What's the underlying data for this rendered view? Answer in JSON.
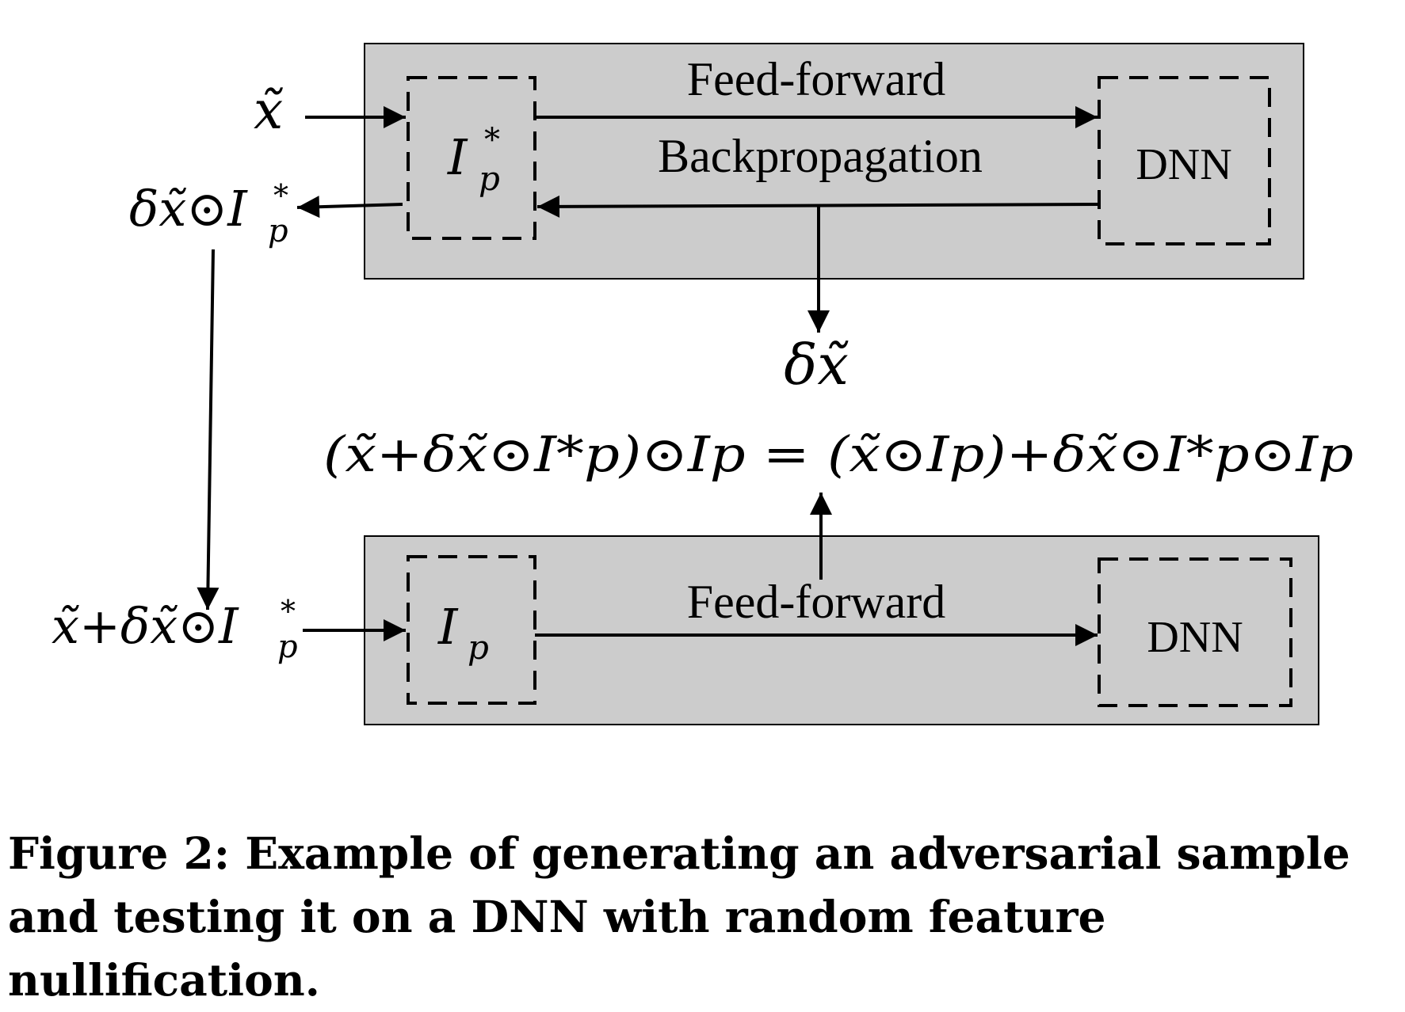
{
  "diagram": {
    "top_panel": {
      "input_label": "x̃",
      "input_block_label": "I",
      "input_block_sub": "p",
      "input_block_sup": "*",
      "forward_label": "Feed-forward",
      "backward_label": "Backpropagation",
      "model_label": "DNN",
      "masked_grad_main": "δx̃⊙I",
      "masked_grad_sub": "p",
      "masked_grad_sup": "*"
    },
    "perturbation_label": "δx̃",
    "equation": "(x̃+δx̃⊙I*p)⊙Ip = (x̃⊙Ip)+δx̃⊙I*p⊙Ip",
    "bottom_panel": {
      "adv_input_main": "x̃+δx̃⊙I",
      "adv_input_sub": "p",
      "adv_input_sup": "*",
      "input_block_label": "I",
      "input_block_sub": "p",
      "forward_label": "Feed-forward",
      "model_label": "DNN"
    }
  },
  "caption": "Figure 2: Example of generating an adversarial sample and testing it on a DNN with random feature nullification.",
  "colors": {
    "panel_fill": "#cccccc",
    "stroke": "#000000"
  }
}
